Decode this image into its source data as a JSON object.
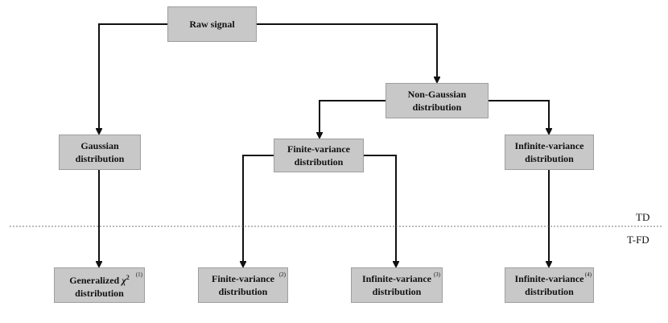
{
  "colors": {
    "node_fill": "#c8c8c8",
    "node_border": "#9e9e9e",
    "edge": "#111111",
    "divider": "#777777"
  },
  "nodes": {
    "raw_signal": {
      "line1": "Raw signal"
    },
    "non_gaussian": {
      "line1": "Non-Gaussian",
      "line2": "distribution"
    },
    "gaussian": {
      "line1": "Gaussian",
      "line2": "distribution"
    },
    "finite_top": {
      "line1": "Finite-variance",
      "line2": "distribution"
    },
    "infinite_top": {
      "line1": "Infinite-variance",
      "line2": "distribution"
    },
    "generalized_chi2": {
      "line1_prefix": "Generalized",
      "chi_symbol": "χ",
      "chi_power": "2",
      "line2": "distribution",
      "marker": "(1)"
    },
    "finite_bottom": {
      "line1": "Finite-variance",
      "line2": "distribution",
      "marker": "(2)"
    },
    "infinite_mid": {
      "line1": "Infinite-variance",
      "line2": "distribution",
      "marker": "(3)"
    },
    "infinite_right": {
      "line1": "Infinite-variance",
      "line2": "distribution",
      "marker": "(4)"
    }
  },
  "domains": {
    "upper": "TD",
    "lower": "T-FD"
  }
}
